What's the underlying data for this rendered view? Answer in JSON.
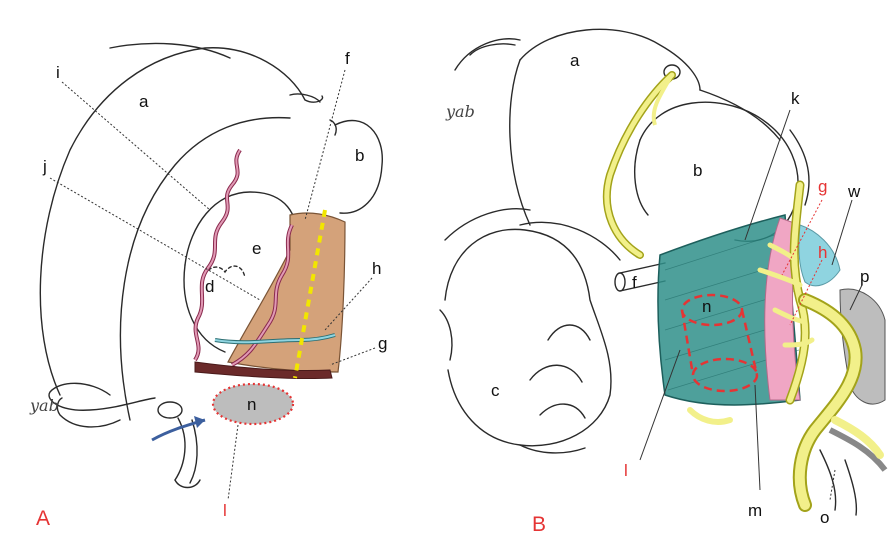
{
  "panels": {
    "left": "A",
    "right": "B"
  },
  "signature": "yab",
  "colors": {
    "outline": "#2a2a2a",
    "red_accent": "#e53434",
    "tan_region": "#d4a27a",
    "teal_region": "#2f8f8a",
    "pink_band": "#f0a6c4",
    "light_blue": "#8fd4e0",
    "yellow_vessel": "#f2f08a",
    "grey_region": "#bdbdbd",
    "arrow_blue": "#3c5f9e"
  },
  "labels_A": {
    "a": "a",
    "b": "b",
    "d": "d",
    "e": "e",
    "f": "f",
    "g": "g",
    "h": "h",
    "i": "i",
    "j": "j",
    "n": "n",
    "l": "l"
  },
  "labels_B": {
    "a": "a",
    "b": "b",
    "c": "c",
    "f": "f",
    "g": "g",
    "h": "h",
    "k": "k",
    "l": "l",
    "m": "m",
    "n": "n",
    "o": "o",
    "p": "p",
    "w": "w"
  }
}
